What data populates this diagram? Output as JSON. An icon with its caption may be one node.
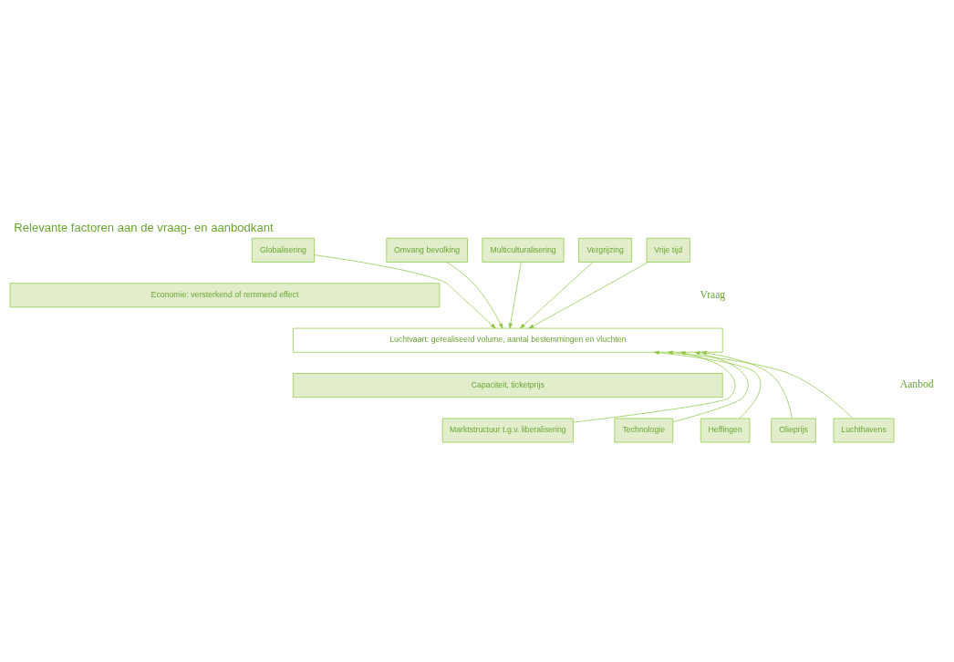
{
  "diagram": {
    "title": "Relevante factoren aan de vraag- en aanbodkant",
    "nodes": [
      {
        "text": [
          "Globalisering"
        ]
      },
      {
        "text": [
          "Omvang bevolking"
        ]
      },
      {
        "text": [
          "Multiculturalisering"
        ]
      },
      {
        "text": [
          "Vergrijzing"
        ]
      },
      {
        "text": [
          "Vrije tijd"
        ]
      },
      {
        "text": [
          "Economie: versterkend of remmend effect"
        ]
      },
      {
        "text": [
          "Luchtvaart: gerealiseerd volume, aantal bestemmingen en vluchten"
        ]
      },
      {
        "text": [
          "Capaciteit, ticketprijs"
        ]
      },
      {
        "text": [
          "Marktstructuur t.g.v. liberalisering"
        ]
      },
      {
        "text": [
          "Technologie"
        ]
      },
      {
        "text": [
          "Heffingen"
        ]
      },
      {
        "text": [
          "Olieprijs"
        ]
      },
      {
        "text": [
          "Luchthavens"
        ]
      }
    ],
    "edges": [
      {
        "from": 0,
        "to": 6,
        "arrow": "to"
      },
      {
        "from": 1,
        "to": 6,
        "arrow": "to"
      },
      {
        "from": 2,
        "to": 6,
        "arrow": "to"
      },
      {
        "from": 3,
        "to": 6,
        "arrow": "to"
      },
      {
        "from": 4,
        "to": 6,
        "arrow": "to"
      },
      {
        "from": 8,
        "to": 6,
        "arrow": "to"
      },
      {
        "from": 9,
        "to": 6,
        "arrow": "to"
      },
      {
        "from": 10,
        "to": 6,
        "arrow": "to"
      },
      {
        "from": 11,
        "to": 6,
        "arrow": "to"
      },
      {
        "from": 12,
        "to": 6,
        "arrow": "to"
      }
    ],
    "labels": [
      "Vraag",
      "Aanbod"
    ]
  }
}
